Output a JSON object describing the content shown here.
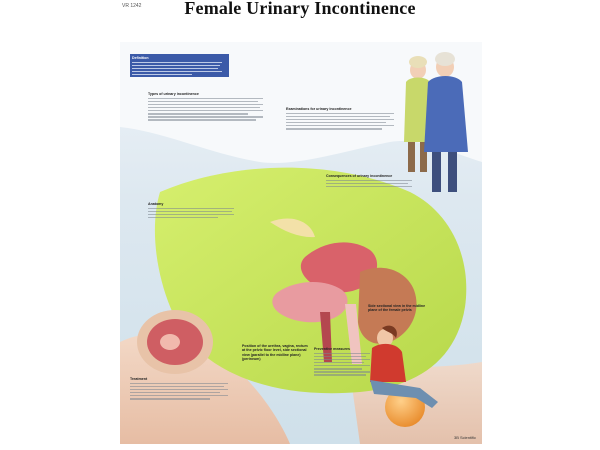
{
  "poster": {
    "code": "VR 1242",
    "title": "Female Urinary Incontinence",
    "brand": "3B Scientific",
    "sections": {
      "definition": "Definition",
      "types": "Types of urinary incontinence",
      "examinations": "Examinations for urinary incontinence",
      "consequences": "Consequences of urinary incontinence",
      "anatomy": "Anatomy",
      "position": "Position of the urethra, vagina, rectum at the pelvic floor level, side sectional view (parallel to the midline plane) (perineum)",
      "midline": "Side sectional view in the midline plane of the female pelvis",
      "preventive": "Preventive measures",
      "treatment": "Treatment"
    }
  },
  "colors": {
    "heading": "#111111",
    "definition_box": "#3b5aa8",
    "belly": "#c9e65a",
    "uterus": "#d9626a"
  }
}
